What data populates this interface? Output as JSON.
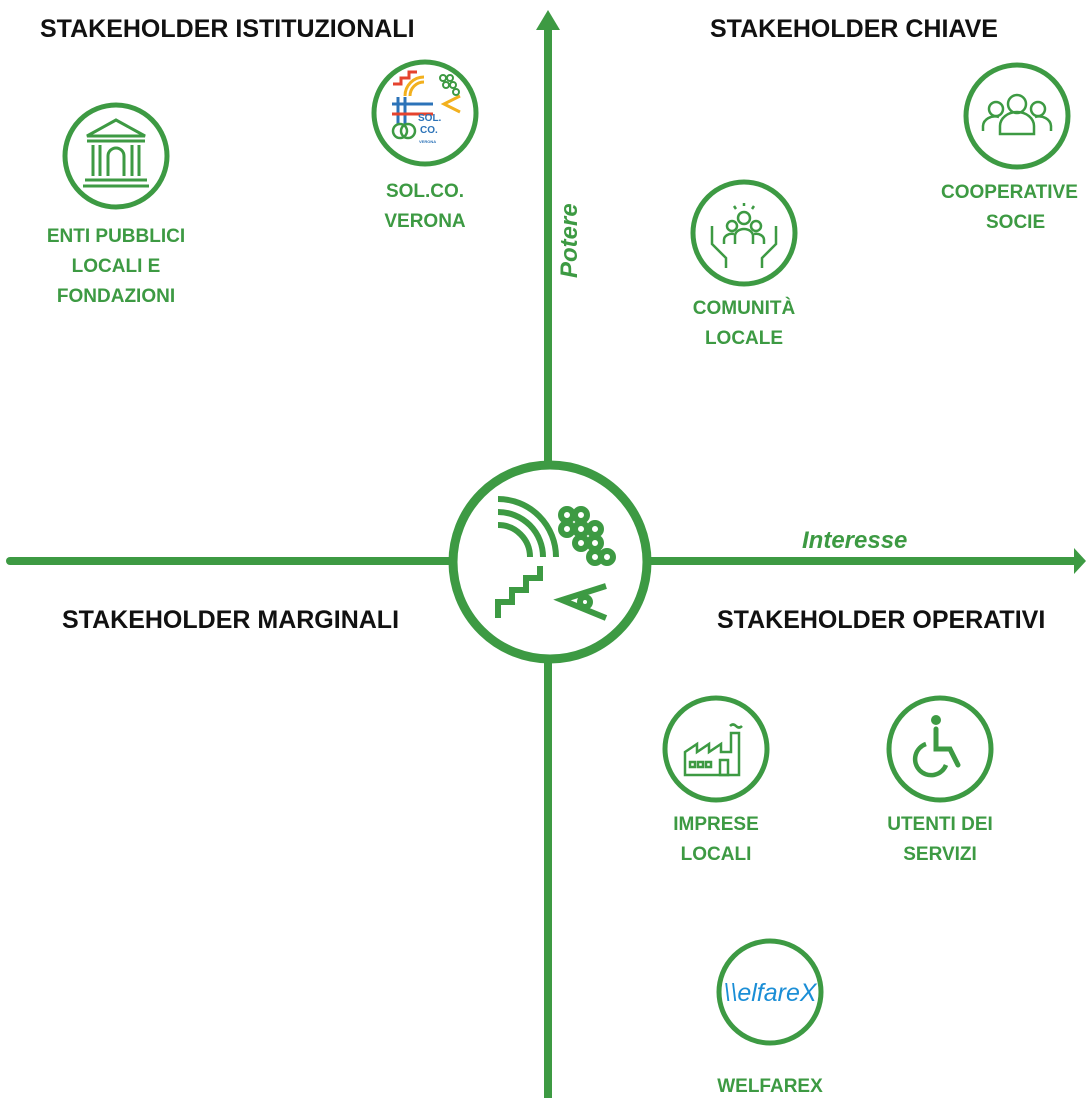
{
  "colors": {
    "accent": "#3d9a43",
    "title": "#111111",
    "background": "#ffffff"
  },
  "quadrants": {
    "top_left": "STAKEHOLDER ISTITUZIONALI",
    "top_right": "STAKEHOLDER CHIAVE",
    "bottom_left": "STAKEHOLDER MARGINALI",
    "bottom_right": "STAKEHOLDER OPERATIVI"
  },
  "axes": {
    "y_label": "Potere",
    "x_label": "Interesse"
  },
  "center": {
    "icon": "cooperative-logo-icon"
  },
  "stakeholders": {
    "enti": {
      "icon": "temple-icon",
      "line1": "ENTI PUBBLICI",
      "line2": "LOCALI E",
      "line3": "FONDAZIONI"
    },
    "solco": {
      "icon": "solco-logo",
      "line1": "SOL.CO.",
      "line2": "VERONA",
      "logo_text1": "SOL.",
      "logo_text2": "CO.",
      "logo_text3": "VERONA"
    },
    "cooperative": {
      "icon": "group-icon",
      "line1": "COOPERATIVE",
      "line2": "SOCIE"
    },
    "comunita": {
      "icon": "hands-people-icon",
      "line1": "COMUNITÀ",
      "line2": "LOCALE"
    },
    "imprese": {
      "icon": "factory-icon",
      "line1": "IMPRESE",
      "line2": "LOCALI"
    },
    "utenti": {
      "icon": "wheelchair-icon",
      "line1": "UTENTI DEI",
      "line2": "SERVIZI"
    },
    "welfarex": {
      "icon": "welfarex-logo",
      "line1": "WELFAREX",
      "logo_text": "\\\\elfareX"
    }
  }
}
